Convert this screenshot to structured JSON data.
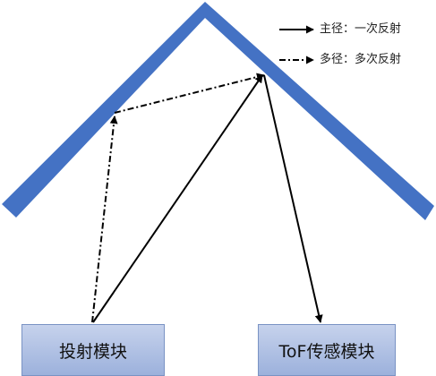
{
  "legend": {
    "solid_label": "主径：一次反射",
    "dashdot_label": "多径：多次反射"
  },
  "modules": {
    "projector_label": "投射模块",
    "tof_label": "ToF传感模块"
  },
  "colors": {
    "roof": "#4472C4",
    "arrow": "#000000",
    "module_fill": "#a9bce3"
  }
}
